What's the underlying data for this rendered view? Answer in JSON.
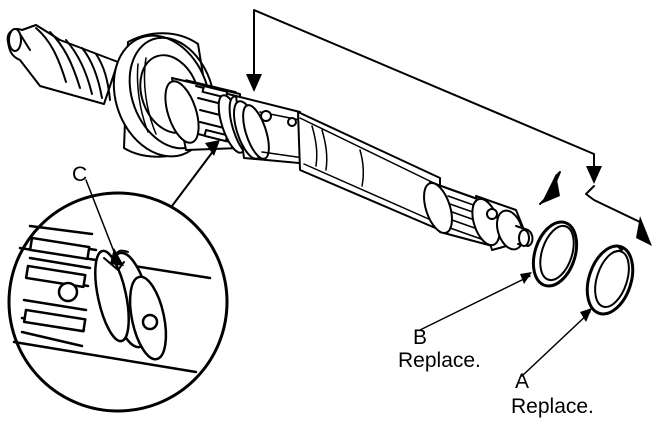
{
  "callouts": {
    "c": {
      "letter": "C"
    },
    "b": {
      "letter": "B",
      "note": "Replace."
    },
    "a": {
      "letter": "A",
      "note": "Replace."
    }
  },
  "colors": {
    "ink": "#000000",
    "paper": "#ffffff"
  }
}
